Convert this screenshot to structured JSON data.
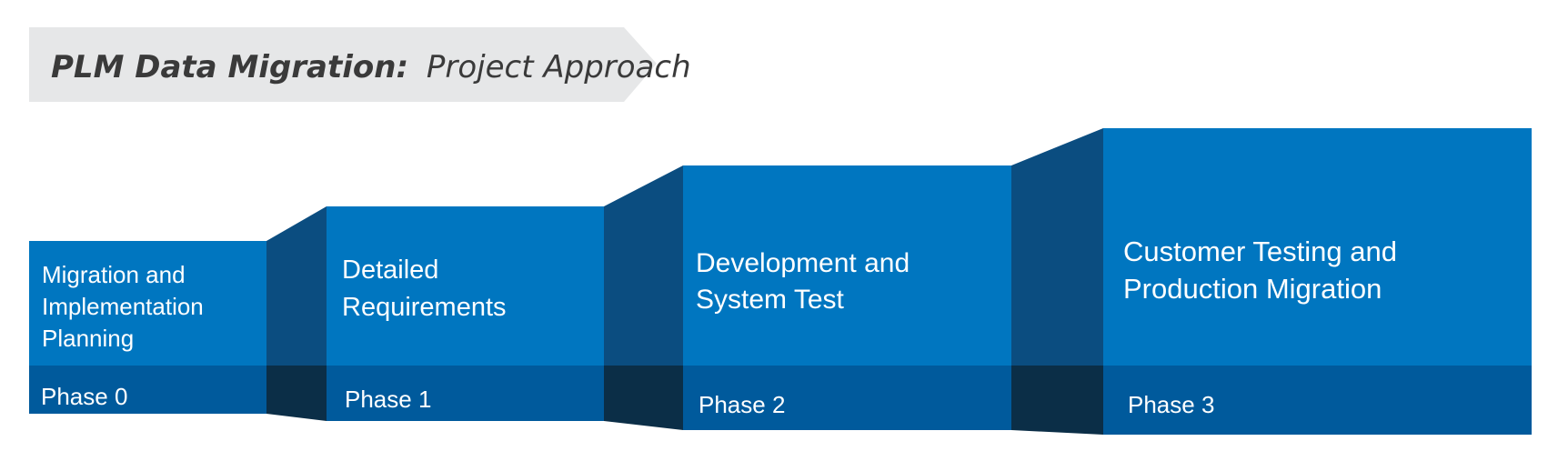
{
  "title": {
    "bold": "PLM Data Migration:",
    "regular": "Project Approach"
  },
  "colors": {
    "banner": "#e6e7e8",
    "block_top": "#0076c0",
    "block_bottom": "#005a9c",
    "connector_top": "#0b4d80",
    "connector_bottom": "#0b2e47",
    "text": "#ffffff",
    "title_text": "#3a3a3a"
  },
  "phases": [
    {
      "name": [
        "Migration and",
        "Implementation",
        "Planning"
      ],
      "label": "Phase 0"
    },
    {
      "name": [
        "Detailed",
        "Requirements"
      ],
      "label": "Phase 1"
    },
    {
      "name": [
        "Development and",
        "System Test"
      ],
      "label": "Phase 2"
    },
    {
      "name": [
        "Customer Testing and",
        "Production Migration"
      ],
      "label": "Phase 3"
    }
  ]
}
